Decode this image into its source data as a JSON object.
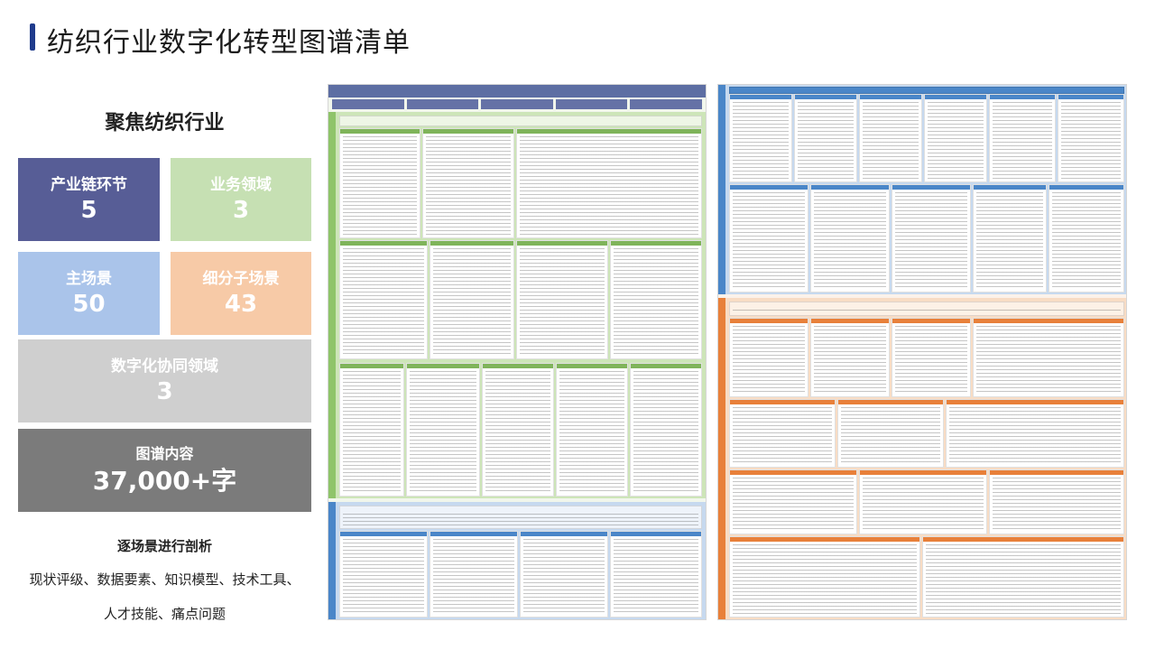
{
  "header": {
    "title": "纺织行业数字化转型图谱清单"
  },
  "focus": {
    "heading": "聚焦纺织行业"
  },
  "stats": [
    {
      "label": "产业链环节",
      "value": "5"
    },
    {
      "label": "业务领域",
      "value": "3"
    },
    {
      "label": "主场景",
      "value": "50"
    },
    {
      "label": "细分子场景",
      "value": "43"
    },
    {
      "label": "数字化协同领域",
      "value": "3"
    },
    {
      "label": "图谱内容",
      "value": "37,000+字"
    }
  ],
  "analysis": {
    "heading": "逐场景进行剖析",
    "line1": "现状评级、数据要素、知识模型、技术工具、",
    "line2": "人才技能、痛点问题"
  },
  "colors": {
    "title_accent": "#1f3b8c",
    "chain": "#575d96",
    "biz": "#c6e0b3",
    "main": "#aac4ea",
    "sub": "#f7caa7",
    "collab": "#cfcfcf",
    "content": "#7b7b7b",
    "map_green": "#8fc46a",
    "map_blue": "#4a86c8",
    "map_orange": "#e8803a"
  }
}
